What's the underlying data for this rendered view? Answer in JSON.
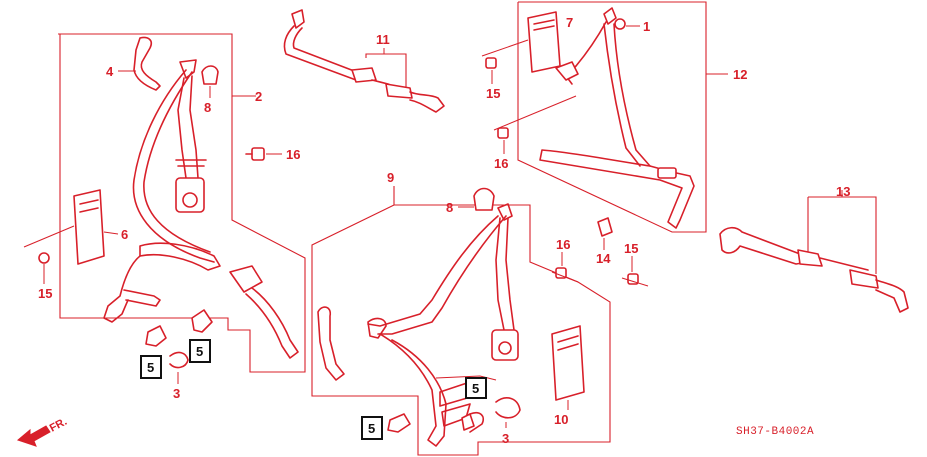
{
  "diagram": {
    "drawing_code": "SH37-B4002A",
    "direction_label": "FR.",
    "callouts": {
      "c1": "1",
      "c2": "2",
      "c3a": "3",
      "c3b": "3",
      "c4": "4",
      "c6": "6",
      "c7": "7",
      "c8a": "8",
      "c8b": "8",
      "c9": "9",
      "c10": "10",
      "c11": "11",
      "c12": "12",
      "c13": "13",
      "c14": "14",
      "c15a": "15",
      "c15b": "15",
      "c15c": "15",
      "c16a": "16",
      "c16b": "16",
      "c16c": "16"
    },
    "boxed_callouts": {
      "b1": "5",
      "b2": "5",
      "b3": "5",
      "b4": "5"
    },
    "colors": {
      "line": "#d8202a",
      "box_outline": "#111111"
    }
  }
}
